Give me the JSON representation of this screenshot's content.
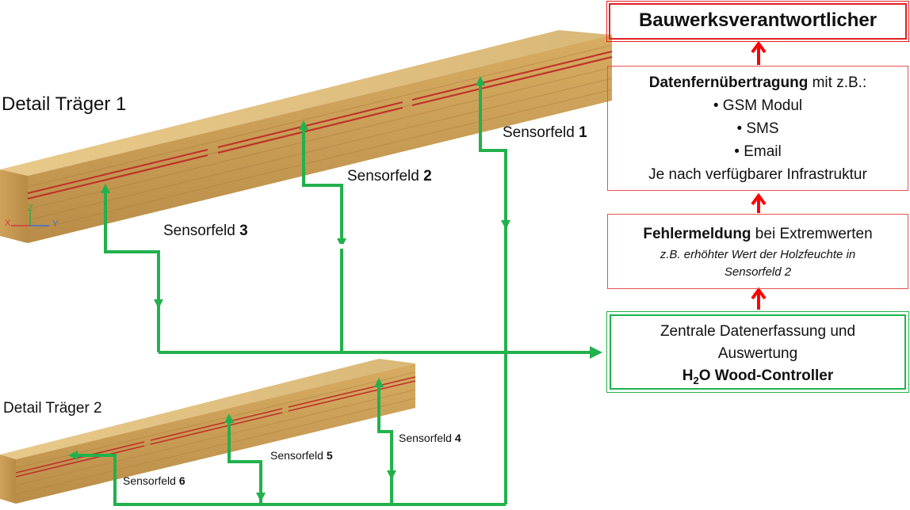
{
  "detail1": "Detail Träger 1",
  "detail2": "Detail Träger 2",
  "sensorfields": [
    {
      "prefix": "Sensorfeld ",
      "num": "1"
    },
    {
      "prefix": "Sensorfeld ",
      "num": "2"
    },
    {
      "prefix": "Sensorfeld ",
      "num": "3"
    },
    {
      "prefix": "Sensorfeld ",
      "num": "4"
    },
    {
      "prefix": "Sensorfeld ",
      "num": "5"
    },
    {
      "prefix": "Sensorfeld ",
      "num": "6"
    }
  ],
  "axes": {
    "x": "X",
    "y": "Y",
    "z": "Z"
  },
  "boxes": {
    "responsible": "Bauwerksverantwortlicher",
    "remote": {
      "bold": "Datenfernübertragung",
      "rest": " mit z.B.:",
      "items": [
        "• GSM Modul",
        "• SMS",
        "• Email"
      ],
      "footer": "Je nach verfügbarer Infrastruktur"
    },
    "error": {
      "bold": "Fehlermeldung",
      "rest": " bei Extremwerten",
      "detail1": "z.B. erhöhter Wert der Holzfeuchte in",
      "detail2": "Sensorfeld 2"
    },
    "central": {
      "line1": "Zentrale Datenerfassung und",
      "line2": "Auswertung",
      "ctrl_a": "H",
      "ctrl_sub": "2",
      "ctrl_b": "O Wood-Controller"
    }
  },
  "colors": {
    "flow": "#22b14c",
    "alert": "#ff0000",
    "wood": "#d9b26a",
    "sensor_line": "#c0302a"
  }
}
